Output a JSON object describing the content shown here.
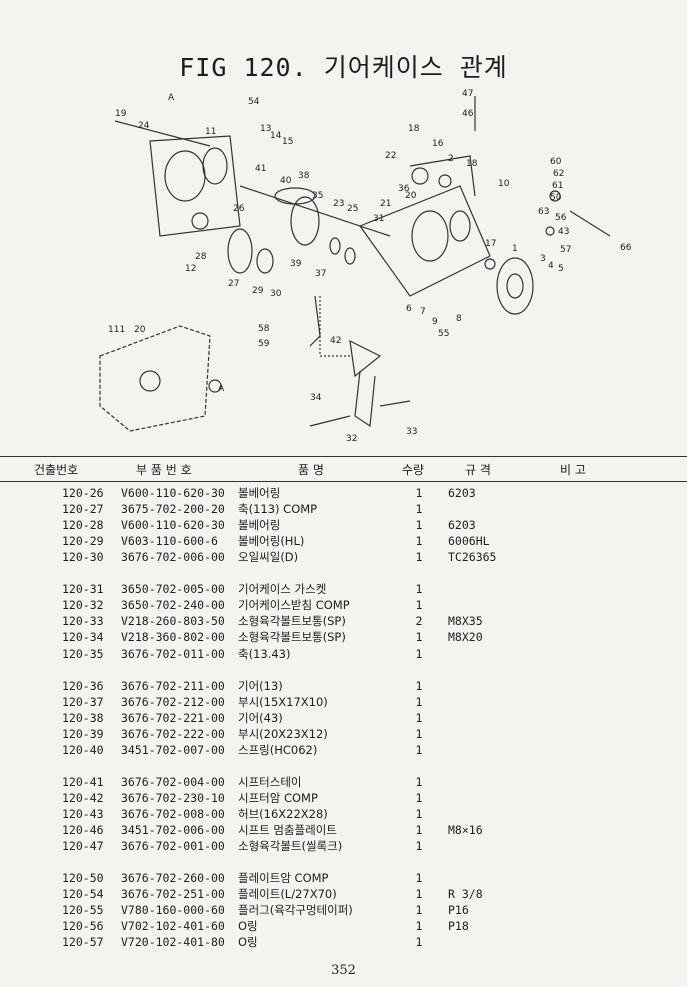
{
  "title": "FIG 120. 기어케이스 관계",
  "headers": [
    "건출번호",
    "부 품 번 호",
    "품 명",
    "수량",
    "규 격",
    "비 고"
  ],
  "rows": [
    [
      "120-26",
      "V600-110-620-30",
      "볼베어링",
      "1",
      "6203"
    ],
    [
      "120-27",
      "3675-702-200-20",
      "축(113) COMP",
      "1",
      ""
    ],
    [
      "120-28",
      "V600-110-620-30",
      "볼베어링",
      "1",
      "6203"
    ],
    [
      "120-29",
      "V603-110-600-6",
      "볼베어링(HL)",
      "1",
      "6006HL"
    ],
    [
      "120-30",
      "3676-702-006-00",
      "오일씨일(D)",
      "1",
      "TC26365"
    ],
    [
      "",
      "",
      "",
      "",
      ""
    ],
    [
      "120-31",
      "3650-702-005-00",
      "기어케이스 가스켓",
      "1",
      ""
    ],
    [
      "120-32",
      "3650-702-240-00",
      "기어케이스받침 COMP",
      "1",
      ""
    ],
    [
      "120-33",
      "V218-260-803-50",
      "소형육각볼트보통(SP)",
      "2",
      "M8X35"
    ],
    [
      "120-34",
      "V218-360-802-00",
      "소형육각볼트보통(SP)",
      "1",
      "M8X20"
    ],
    [
      "120-35",
      "3676-702-011-00",
      "축(13.43)",
      "1",
      ""
    ],
    [
      "",
      "",
      "",
      "",
      ""
    ],
    [
      "120-36",
      "3676-702-211-00",
      "기어(13)",
      "1",
      ""
    ],
    [
      "120-37",
      "3676-702-212-00",
      "부시(15X17X10)",
      "1",
      ""
    ],
    [
      "120-38",
      "3676-702-221-00",
      "기어(43)",
      "1",
      ""
    ],
    [
      "120-39",
      "3676-702-222-00",
      "부시(20X23X12)",
      "1",
      ""
    ],
    [
      "120-40",
      "3451-702-007-00",
      "스프링(HC062)",
      "1",
      ""
    ],
    [
      "",
      "",
      "",
      "",
      ""
    ],
    [
      "120-41",
      "3676-702-004-00",
      "시프터스테이",
      "1",
      ""
    ],
    [
      "120-42",
      "3676-702-230-10",
      "시프터암 COMP",
      "1",
      ""
    ],
    [
      "120-43",
      "3676-702-008-00",
      "허브(16X22X28)",
      "1",
      ""
    ],
    [
      "120-46",
      "3451-702-006-00",
      "시프트 멈춤플레이트",
      "1",
      "M8×16"
    ],
    [
      "120-47",
      "3676-702-001-00",
      "소형육각볼트(씰록크)",
      "1",
      ""
    ],
    [
      "",
      "",
      "",
      "",
      ""
    ],
    [
      "120-50",
      "3676-702-260-00",
      "플레이트암 COMP",
      "1",
      ""
    ],
    [
      "120-54",
      "3676-702-251-00",
      "플레이트(L/27X70)",
      "1",
      "R 3/8"
    ],
    [
      "120-55",
      "V780-160-000-60",
      "플러그(육각구멍테이퍼)",
      "1",
      "P16"
    ],
    [
      "120-56",
      "V702-102-401-60",
      "O링",
      "1",
      "P18"
    ],
    [
      "120-57",
      "V720-102-401-80",
      "O링",
      "1",
      ""
    ]
  ],
  "page_number": "352",
  "diagram_labels": [
    "19",
    "24",
    "A",
    "11",
    "54",
    "13",
    "14",
    "15",
    "41",
    "40",
    "38",
    "26",
    "12",
    "28",
    "27",
    "29",
    "30",
    "39",
    "37",
    "35",
    "23",
    "25",
    "31",
    "36",
    "18",
    "16",
    "22",
    "21",
    "20",
    "2",
    "3",
    "4",
    "5",
    "6",
    "7",
    "8",
    "9",
    "10",
    "17",
    "1",
    "47",
    "46",
    "60",
    "62",
    "61",
    "50",
    "63",
    "56",
    "43",
    "57",
    "66",
    "55",
    "111-20",
    "58",
    "59",
    "42",
    "34",
    "32",
    "33",
    "A"
  ]
}
